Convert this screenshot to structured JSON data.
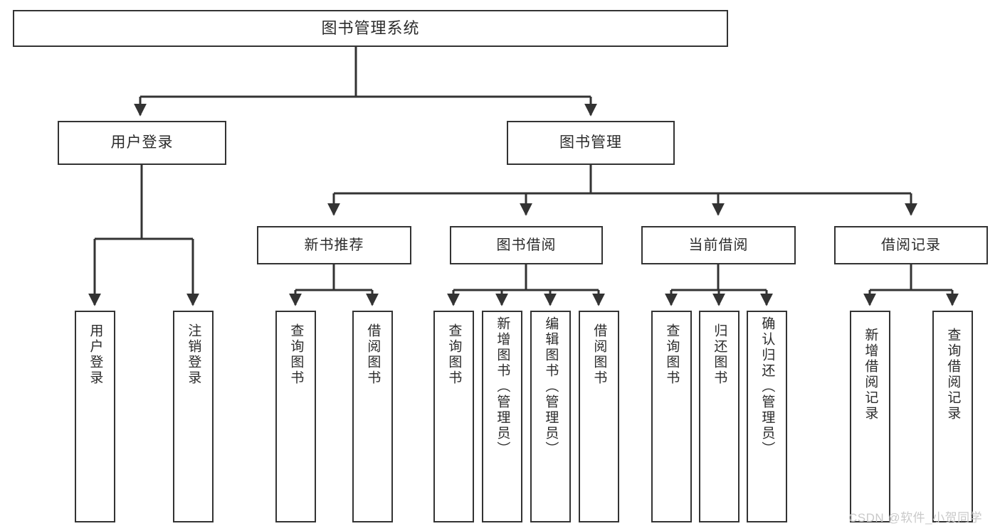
{
  "diagram": {
    "type": "tree-hierarchy",
    "title": "图书管理系统",
    "colors": {
      "box_border": "#333333",
      "box_fill": "#ffffff",
      "edge": "#333333",
      "text": "#2b2b2b",
      "watermark": "#c9c9c9",
      "background": "#ffffff"
    },
    "root": {
      "label": "图书管理系统"
    },
    "level2": [
      {
        "id": "user-login",
        "label": "用户登录"
      },
      {
        "id": "book-manage",
        "label": "图书管理"
      }
    ],
    "level3": [
      {
        "id": "new-book-rec",
        "label": "新书推荐"
      },
      {
        "id": "book-borrow",
        "label": "图书借阅"
      },
      {
        "id": "current-borrow",
        "label": "当前借阅"
      },
      {
        "id": "borrow-record",
        "label": "借阅记录"
      }
    ],
    "leaves": {
      "user-login": [
        {
          "id": "leaf-user-login",
          "label": "用户登录"
        },
        {
          "id": "leaf-user-logout",
          "label": "注销登录"
        }
      ],
      "new-book-rec": [
        {
          "id": "leaf-query-book-1",
          "label": "查询图书"
        },
        {
          "id": "leaf-borrow-book-1",
          "label": "借阅图书"
        }
      ],
      "book-borrow": [
        {
          "id": "leaf-query-book-2",
          "label": "查询图书"
        },
        {
          "id": "leaf-add-book",
          "label": "新增图书（管理员）"
        },
        {
          "id": "leaf-edit-book",
          "label": "编辑图书（管理员）"
        },
        {
          "id": "leaf-borrow-book-2",
          "label": "借阅图书"
        }
      ],
      "current-borrow": [
        {
          "id": "leaf-query-book-3",
          "label": "查询图书"
        },
        {
          "id": "leaf-return-book",
          "label": "归还图书"
        },
        {
          "id": "leaf-confirm-return",
          "label": "确认归还（管理员）"
        }
      ],
      "borrow-record": [
        {
          "id": "leaf-add-record",
          "label": "新增借阅记录"
        },
        {
          "id": "leaf-query-record",
          "label": "查询借阅记录"
        }
      ]
    },
    "watermark": {
      "text": "CSDN @软件_小贺同学"
    }
  }
}
